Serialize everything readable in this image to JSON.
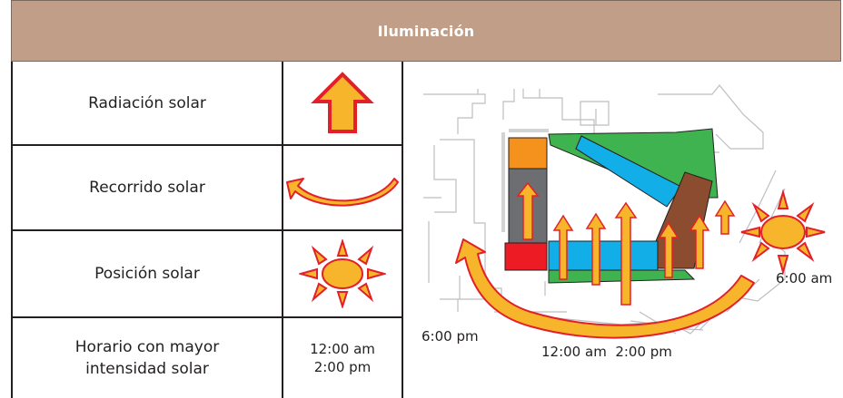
{
  "header": {
    "title": "Iluminación"
  },
  "legend": {
    "rows": [
      {
        "label": "Radiación solar",
        "symbol": "arrow-up-icon"
      },
      {
        "label": "Recorrido solar",
        "symbol": "curved-arrow-icon"
      },
      {
        "label": "Posición solar",
        "symbol": "sun-icon"
      }
    ],
    "schedule": {
      "label_line1": "Horario con mayor",
      "label_line2": "intensidad solar",
      "value_line1": "12:00 am",
      "value_line2": "2:00 pm"
    }
  },
  "diagram": {
    "time_evening": "6:00 pm",
    "time_morning": "6:00 am",
    "time_midday": "12:00 am  2:00 pm"
  },
  "colors": {
    "header": "#c09e88",
    "arrow_fill": "#f7b52c",
    "arrow_stroke": "#e3202a",
    "green": "#3fb34f",
    "blue": "#12aee8",
    "orange": "#f5921e",
    "gray": "#6d6e71",
    "brown": "#8b4c2f",
    "red": "#ed1c24"
  }
}
